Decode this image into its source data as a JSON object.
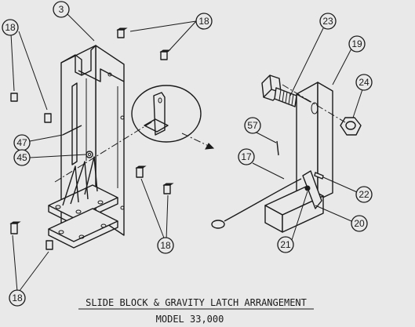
{
  "title": "SLIDE BLOCK & GRAVITY LATCH ARRANGEMENT",
  "subtitle": "MODEL 33,000",
  "callouts": {
    "c3": "3",
    "c18_top": "18",
    "c18_left_top": "18",
    "c47": "47",
    "c45": "45",
    "c18_bottom_left": "18",
    "c18_bottom_mid": "18",
    "c23": "23",
    "c19": "19",
    "c24": "24",
    "c57": "57",
    "c17": "17",
    "c22": "22",
    "c20": "20",
    "c21": "21"
  }
}
